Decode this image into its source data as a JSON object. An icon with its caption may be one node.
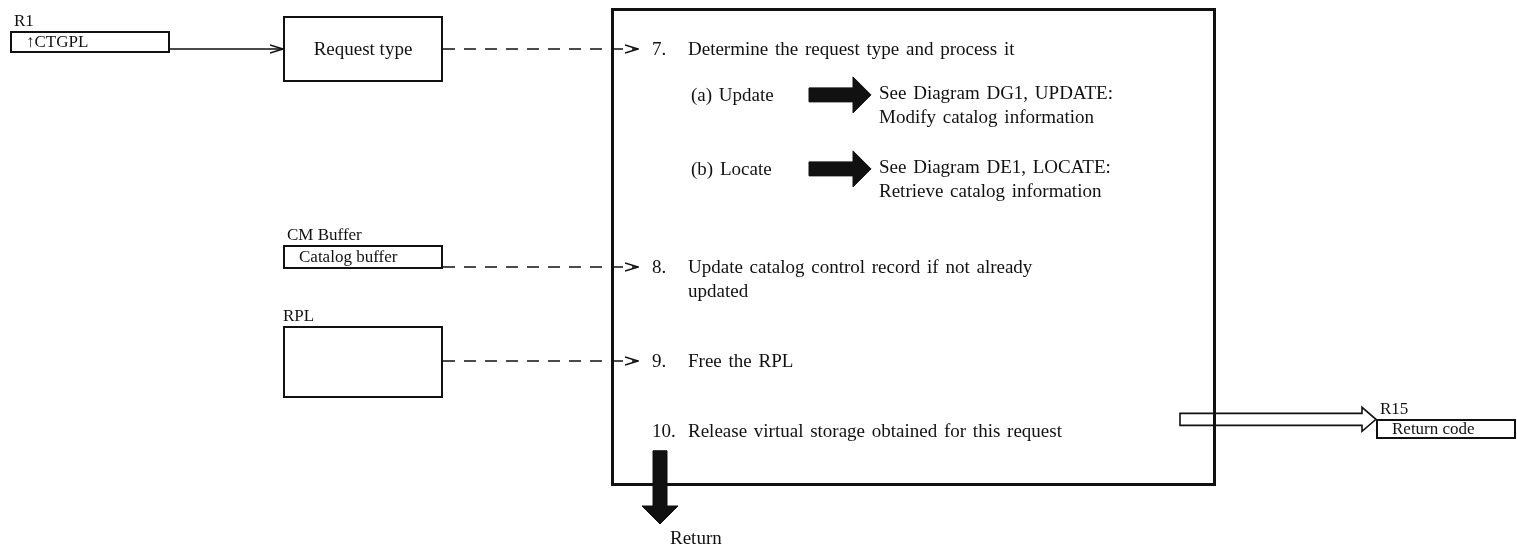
{
  "diagram": {
    "nodes": [
      {
        "text": [
          "R1",
          "↑CTGPL"
        ]
      },
      {
        "text": [
          "Request type"
        ]
      },
      {
        "text": [],
        "shape": "box"
      },
      {
        "text": [
          "7.",
          "Determine the request type and process it"
        ],
        "in": 2
      },
      {
        "text": [
          "(a) Update"
        ],
        "in": 2
      },
      {
        "text": [
          "See Diagram DG1, UPDATE: Modify catalog information"
        ],
        "in": 2
      },
      {
        "text": [
          "(b) Locate"
        ],
        "in": 2
      },
      {
        "text": [
          "See Diagram DE1, LOCATE: Retrieve catalog information"
        ],
        "in": 2
      },
      {
        "text": [
          "8.",
          "Update catalog control record if not already updated"
        ],
        "in": 2
      },
      {
        "text": [
          "9.",
          "Free the RPL"
        ],
        "in": 2
      },
      {
        "text": [
          "10.",
          "Release virtual storage obtained for this request"
        ],
        "in": 2
      },
      {
        "text": [
          "CM Buffer",
          "Catalog buffer"
        ]
      },
      {
        "text": [
          "RPL"
        ]
      },
      {
        "text": [
          "Return"
        ]
      },
      {
        "text": [
          "R15",
          "Return code"
        ]
      }
    ],
    "edges": [
      {
        "from": 0,
        "to": 1,
        "arrow": "to"
      },
      {
        "from": 1,
        "to": 3,
        "arrow": "to",
        "style": "dashed"
      },
      {
        "from": 4,
        "to": 5,
        "arrow": "to",
        "style": "thick"
      },
      {
        "from": 6,
        "to": 7,
        "arrow": "to",
        "style": "thick"
      },
      {
        "from": 11,
        "to": 8,
        "arrow": "to",
        "style": "dashed"
      },
      {
        "from": 12,
        "to": 9,
        "arrow": "to",
        "style": "dashed"
      },
      {
        "from": 10,
        "to": 14,
        "arrow": "to",
        "style": "thick"
      },
      {
        "from": 10,
        "to": 13,
        "arrow": "to",
        "style": "thick"
      }
    ]
  }
}
